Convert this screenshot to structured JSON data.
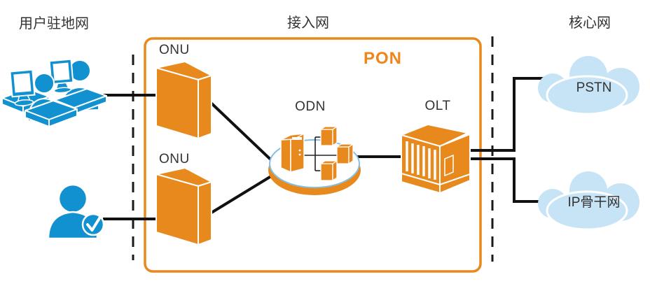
{
  "labels": {
    "premises": "用户驻地网",
    "access": "接入网",
    "core": "核心网"
  },
  "pon": {
    "label": "PON"
  },
  "nodes": {
    "onu_top": "ONU",
    "onu_bottom": "ONU",
    "odn": "ODN",
    "olt": "OLT"
  },
  "clouds": {
    "pstn": "PSTN",
    "ip_backbone": "IP骨干网"
  },
  "icons": {
    "left_top": "computers-group-icon",
    "left_bottom": "user-check-icon"
  },
  "colors": {
    "orange": "#E8891D",
    "pon_text_orange": "#F08519",
    "device_blue": "#1191D0",
    "cloud_blue": "#C7E4F6",
    "ellipse_stroke_blue": "#85BFE4",
    "line_black": "#111111",
    "label_text": "#333333"
  }
}
